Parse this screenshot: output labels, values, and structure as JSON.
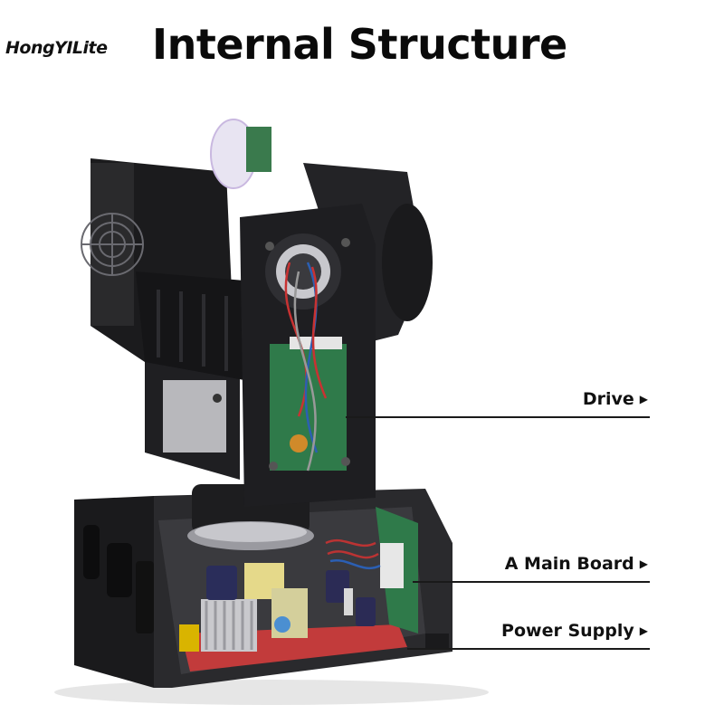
{
  "header": {
    "brand": "HongYILite",
    "title": "Internal Structure"
  },
  "callouts": [
    {
      "label": "Drive",
      "arrow": "▶"
    },
    {
      "label": "A Main Board",
      "arrow": "▶"
    },
    {
      "label": "Power Supply",
      "arrow": "▶"
    }
  ],
  "colors": {
    "housing": "#1c1c1e",
    "pcb_green": "#2f7a4a",
    "pcb_red": "#c23b3b",
    "metal": "#b8b8bc"
  }
}
